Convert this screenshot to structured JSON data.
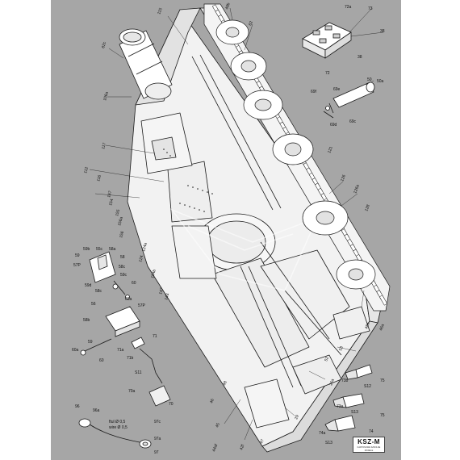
{
  "sheet": {
    "background": "#a6a6a6",
    "line_color": "#1a1a1a",
    "part_fill": "#ffffff"
  },
  "logo": {
    "text": "KSZ-M",
    "subtext": "KARTONOWE SZKOLNE MODELE"
  },
  "labels": {
    "l_115": "115",
    "l_48b": "48b",
    "l_62": "62",
    "l_61": "61",
    "l_62c": "62c",
    "l_106a": "106a",
    "l_117": "117",
    "l_112": "112",
    "l_116": "116",
    "l_167": "167",
    "l_154": "154",
    "l_155": "155",
    "l_156": "156",
    "l_156a": "156a",
    "l_124": "124",
    "l_124a": "124a",
    "l_154b": "154b",
    "l_147": "147",
    "l_143": "143",
    "l_121": "121",
    "l_126": "126",
    "l_126a": "126a",
    "l_128": "128",
    "l_48c": "48c",
    "l_53": "53",
    "l_52": "52",
    "l_26a": "26a",
    "l_29": "29",
    "l_47": "47",
    "l_42f": "42f",
    "l_44af": "44af",
    "l_45": "45",
    "l_46": "46",
    "l_46a": "46a",
    "l_48": "48",
    "l_50": "50",
    "l_50a": "50a",
    "l_71a_upper": "71a",
    "l_72a": "72a",
    "l_73": "73",
    "l_38": "38",
    "l_72": "72",
    "l_69": "69",
    "l_69b": "69b",
    "l_69f": "69f",
    "l_69e": "69e",
    "l_69c": "69c",
    "l_69d": "69d",
    "l_59b": "59b",
    "l_55c": "55c",
    "l_59": "59",
    "l_58a": "58a",
    "l_57p": "57P",
    "l_58": "58",
    "l_58c": "58c",
    "l_59c": "59c",
    "l_59d": "59d",
    "l_60": "60",
    "l_60a": "60a",
    "l_58b": "58b",
    "l_56": "56",
    "l_57p2": "57P",
    "l_59a": "59",
    "l_60b": "60",
    "l_60a2": "60a",
    "l_71": "71",
    "l_71a": "71a",
    "l_71b": "71b",
    "l_s11": "S11",
    "l_70": "70",
    "l_70a": "70a",
    "l_96": "96",
    "l_96a": "96a",
    "l_ftul": "ftul Ø 0,5",
    "l_wire": "wire Ø 0,5",
    "l_97c": "97c",
    "l_97a": "97a",
    "l_97": "97",
    "l_73b": "73b",
    "l_75": "75",
    "l_s12": "S12",
    "l_73a": "73a",
    "l_s13": "S13",
    "l_75b": "75",
    "l_74a": "74a",
    "l_74": "74",
    "l_s13b": "S13"
  }
}
